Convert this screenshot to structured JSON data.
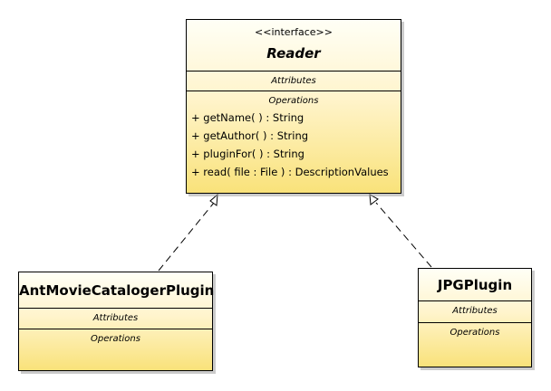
{
  "diagram": {
    "interface": {
      "stereotype": "<<interface>>",
      "name": "Reader",
      "attributes_label": "Attributes",
      "operations_label": "Operations",
      "operations": [
        "+ getName(  ) : String",
        "+ getAuthor(  ) : String",
        "+ pluginFor(  ) : String",
        "+ read( file : File ) : DescriptionValues"
      ]
    },
    "implementations": [
      {
        "name": "AntMovieCatalogerPlugin",
        "attributes_label": "Attributes",
        "operations_label": "Operations"
      },
      {
        "name": "JPGPlugin",
        "attributes_label": "Attributes",
        "operations_label": "Operations"
      }
    ],
    "relationships": [
      {
        "type": "realization",
        "from": "AntMovieCatalogerPlugin",
        "to": "Reader"
      },
      {
        "type": "realization",
        "from": "JPGPlugin",
        "to": "Reader"
      }
    ]
  }
}
